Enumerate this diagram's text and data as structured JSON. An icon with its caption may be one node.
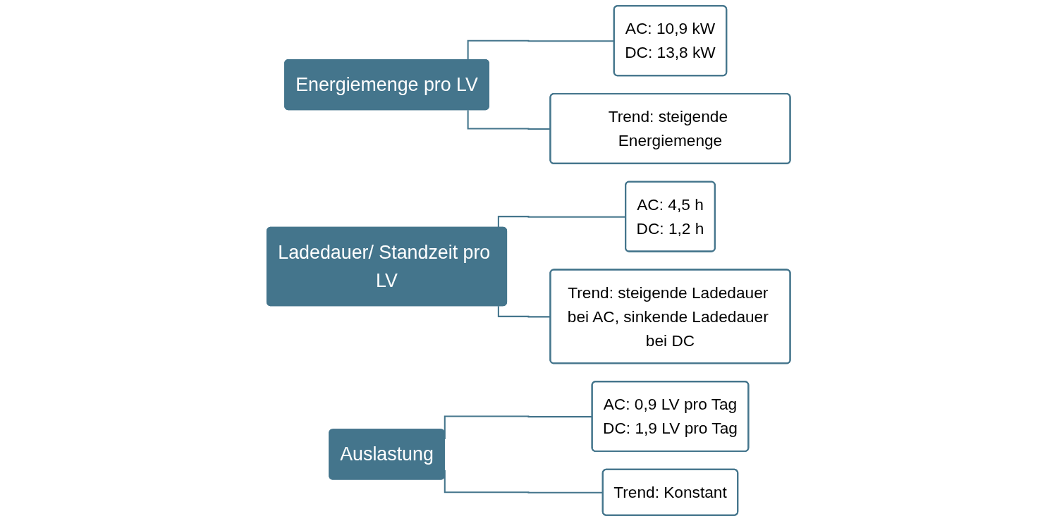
{
  "diagram": {
    "nodes": [
      {
        "text": [
          "Energiemenge pro LV"
        ]
      },
      {
        "text": [
          "AC: 10,9 kW",
          "DC: 13,8 kW"
        ]
      },
      {
        "text": [
          "Trend: steigende Energiemenge"
        ]
      },
      {
        "text": [
          "Ladedauer/ Standzeit pro LV"
        ]
      },
      {
        "text": [
          "AC: 4,5 h",
          "DC: 1,2 h"
        ]
      },
      {
        "text": [
          "Trend: steigende Ladedauer bei AC, sinkende Ladedauer bei DC"
        ]
      },
      {
        "text": [
          "Auslastung"
        ]
      },
      {
        "text": [
          "AC: 0,9 LV pro Tag",
          "DC: 1,9 LV pro Tag"
        ]
      },
      {
        "text": [
          "Trend: Konstant"
        ]
      }
    ],
    "edges": [
      {
        "from": 0,
        "to": 1,
        "arrow": "none"
      },
      {
        "from": 0,
        "to": 2,
        "arrow": "none"
      },
      {
        "from": 3,
        "to": 4,
        "arrow": "none"
      },
      {
        "from": 3,
        "to": 5,
        "arrow": "none"
      },
      {
        "from": 6,
        "to": 7,
        "arrow": "none"
      },
      {
        "from": 6,
        "to": 8,
        "arrow": "none"
      }
    ]
  }
}
